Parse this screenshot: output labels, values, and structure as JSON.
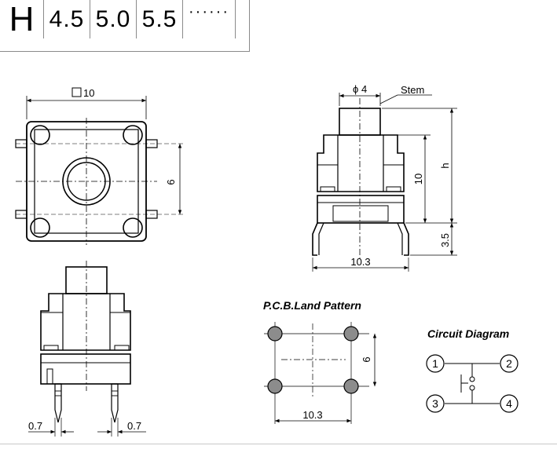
{
  "header": {
    "h_label": "H",
    "values": [
      "4.5",
      "5.0",
      "5.5"
    ],
    "more": "······"
  },
  "top_view": {
    "square_dim": "10",
    "dim_6": "6"
  },
  "side_view": {
    "phi_dim": "4",
    "stem_label": "Stem",
    "dim_10": "10",
    "dim_h": "h",
    "dim_35": "3.5",
    "dim_103": "10.3"
  },
  "front_view": {
    "dim_left": "0.7",
    "dim_right": "0.7"
  },
  "pcb": {
    "title": "P.C.B.Land Pattern",
    "dim_6": "6",
    "dim_103": "10.3"
  },
  "circuit": {
    "title": "Circuit Diagram",
    "pins": [
      "1",
      "2",
      "3",
      "4"
    ]
  },
  "colors": {
    "pad_fill": "#8c8c8c",
    "line": "#000000",
    "header_border": "#8a8a8a"
  }
}
